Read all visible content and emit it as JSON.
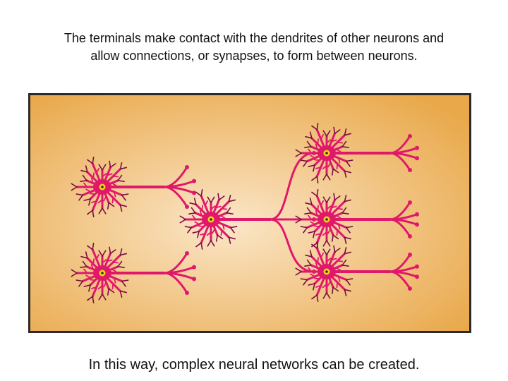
{
  "slide": {
    "top_caption_line1": "The terminals make contact with the dendrites of other neurons and",
    "top_caption_line2": "allow connections, or synapses, to form between neurons.",
    "bottom_caption": "In this way, complex neural networks can be created."
  },
  "colors": {
    "neuron": "#e0186a",
    "nucleus": "#f3d21c",
    "dendrite_edge": "#7a1040",
    "background_center": "#fbe6c8",
    "background_edge": "#e9a84a"
  },
  "diagram": {
    "neurons": [
      {
        "id": "input-top",
        "role": "input"
      },
      {
        "id": "input-bottom",
        "role": "input"
      },
      {
        "id": "middle",
        "role": "relay"
      },
      {
        "id": "output-top",
        "role": "output"
      },
      {
        "id": "output-middle",
        "role": "output"
      },
      {
        "id": "output-bottom",
        "role": "output"
      }
    ]
  }
}
